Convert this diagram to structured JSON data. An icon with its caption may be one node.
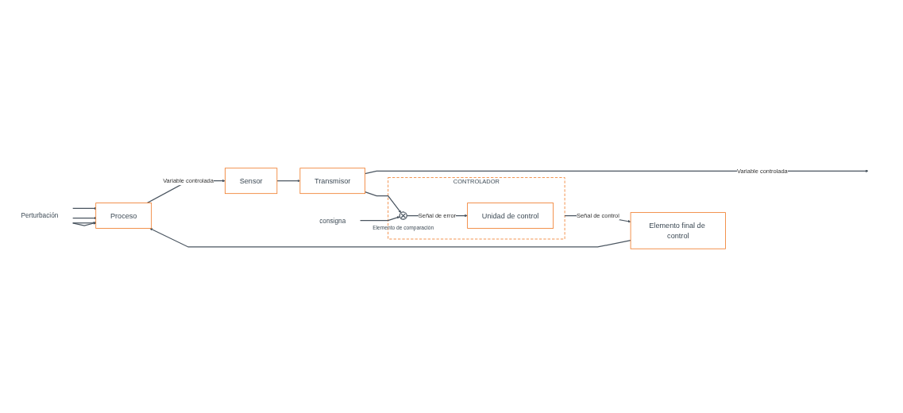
{
  "diagram": {
    "nodes": [
      {
        "text": [
          "Perturbación"
        ]
      },
      {
        "text": [
          "Proceso"
        ]
      },
      {
        "text": [
          "Sensor"
        ]
      },
      {
        "text": [
          "Transmisor"
        ]
      },
      {
        "text": [
          "CONTROLADOR"
        ]
      },
      {
        "text": [
          "Unidad de control"
        ],
        "in": 4
      },
      {
        "text": [],
        "shape": "circle",
        "in": 4,
        "beside": [
          "Elemento de comparación"
        ]
      },
      {
        "text": [
          "Elemento final de control"
        ]
      },
      {
        "text": [
          "consigna"
        ]
      }
    ],
    "edges": [
      {
        "from": 0,
        "to": 1,
        "arrow": "to"
      },
      {
        "from": 0,
        "to": 1,
        "arrow": "to"
      },
      {
        "from": 0,
        "to": 1,
        "arrow": "to"
      },
      {
        "from": 0,
        "to": 1,
        "arrow": "to"
      },
      {
        "from": 1,
        "to": 2,
        "arrow": "to",
        "label": "Variable controlada"
      },
      {
        "from": 2,
        "to": 3,
        "arrow": "to"
      },
      {
        "from": 3,
        "to": null,
        "arrow": "to",
        "label": "Variable controlada"
      },
      {
        "from": 3,
        "to": 6,
        "arrow": "to"
      },
      {
        "from": 8,
        "to": 6,
        "arrow": "to"
      },
      {
        "from": 6,
        "to": 5,
        "arrow": "to",
        "label": "Señal de error"
      },
      {
        "from": 4,
        "to": 7,
        "arrow": "to",
        "label": "Señal de control"
      },
      {
        "from": 7,
        "to": 1,
        "arrow": "to"
      }
    ]
  }
}
